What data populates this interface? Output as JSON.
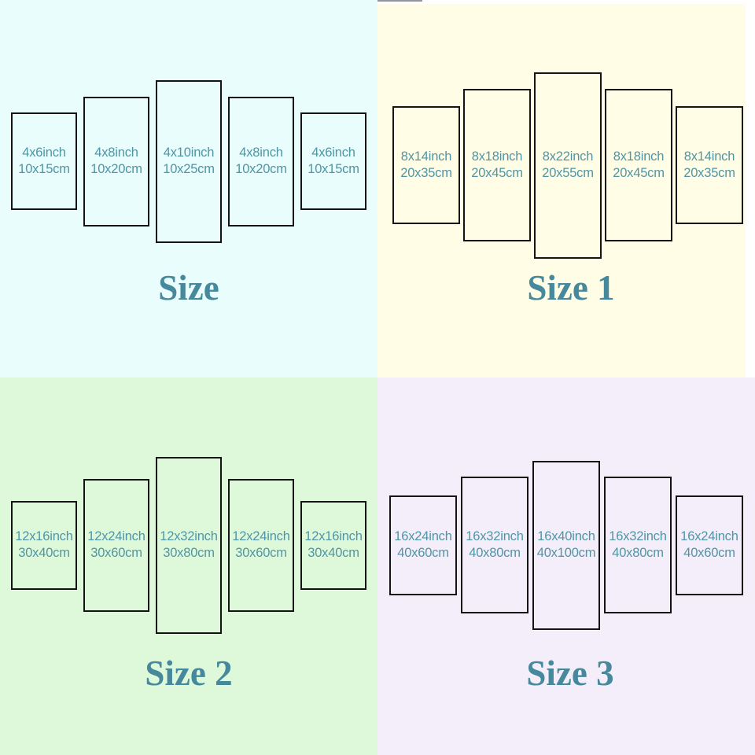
{
  "colors": {
    "quadrant_size_bg": "#e8fdfc",
    "quadrant_size1_bg": "#fffde6",
    "quadrant_size1_margin": "#ffffff",
    "quadrant_size2_bg": "#def9da",
    "quadrant_size3_bg": "#f3eef9",
    "panel_border": "#141414",
    "panel_text": "#5095a5",
    "title_text": "#46899c"
  },
  "quadrants": [
    {
      "title": "Size",
      "panels": [
        {
          "line1": "4x6inch",
          "line2": "10x15cm"
        },
        {
          "line1": "4x8inch",
          "line2": "10x20cm"
        },
        {
          "line1": "4x10inch",
          "line2": "10x25cm"
        },
        {
          "line1": "4x8inch",
          "line2": "10x20cm"
        },
        {
          "line1": "4x6inch",
          "line2": "10x15cm"
        }
      ]
    },
    {
      "title": "Size 1",
      "panels": [
        {
          "line1": "8x14inch",
          "line2": "20x35cm"
        },
        {
          "line1": "8x18inch",
          "line2": "20x45cm"
        },
        {
          "line1": "8x22inch",
          "line2": "20x55cm"
        },
        {
          "line1": "8x18inch",
          "line2": "20x45cm"
        },
        {
          "line1": "8x14inch",
          "line2": "20x35cm"
        }
      ]
    },
    {
      "title": "Size 2",
      "panels": [
        {
          "line1": "12x16inch",
          "line2": "30x40cm"
        },
        {
          "line1": "12x24inch",
          "line2": "30x60cm"
        },
        {
          "line1": "12x32inch",
          "line2": "30x80cm"
        },
        {
          "line1": "12x24inch",
          "line2": "30x60cm"
        },
        {
          "line1": "12x16inch",
          "line2": "30x40cm"
        }
      ]
    },
    {
      "title": "Size 3",
      "panels": [
        {
          "line1": "16x24inch",
          "line2": "40x60cm"
        },
        {
          "line1": "16x32inch",
          "line2": "40x80cm"
        },
        {
          "line1": "16x40inch",
          "line2": "40x100cm"
        },
        {
          "line1": "16x32inch",
          "line2": "40x80cm"
        },
        {
          "line1": "16x24inch",
          "line2": "40x60cm"
        }
      ]
    }
  ]
}
